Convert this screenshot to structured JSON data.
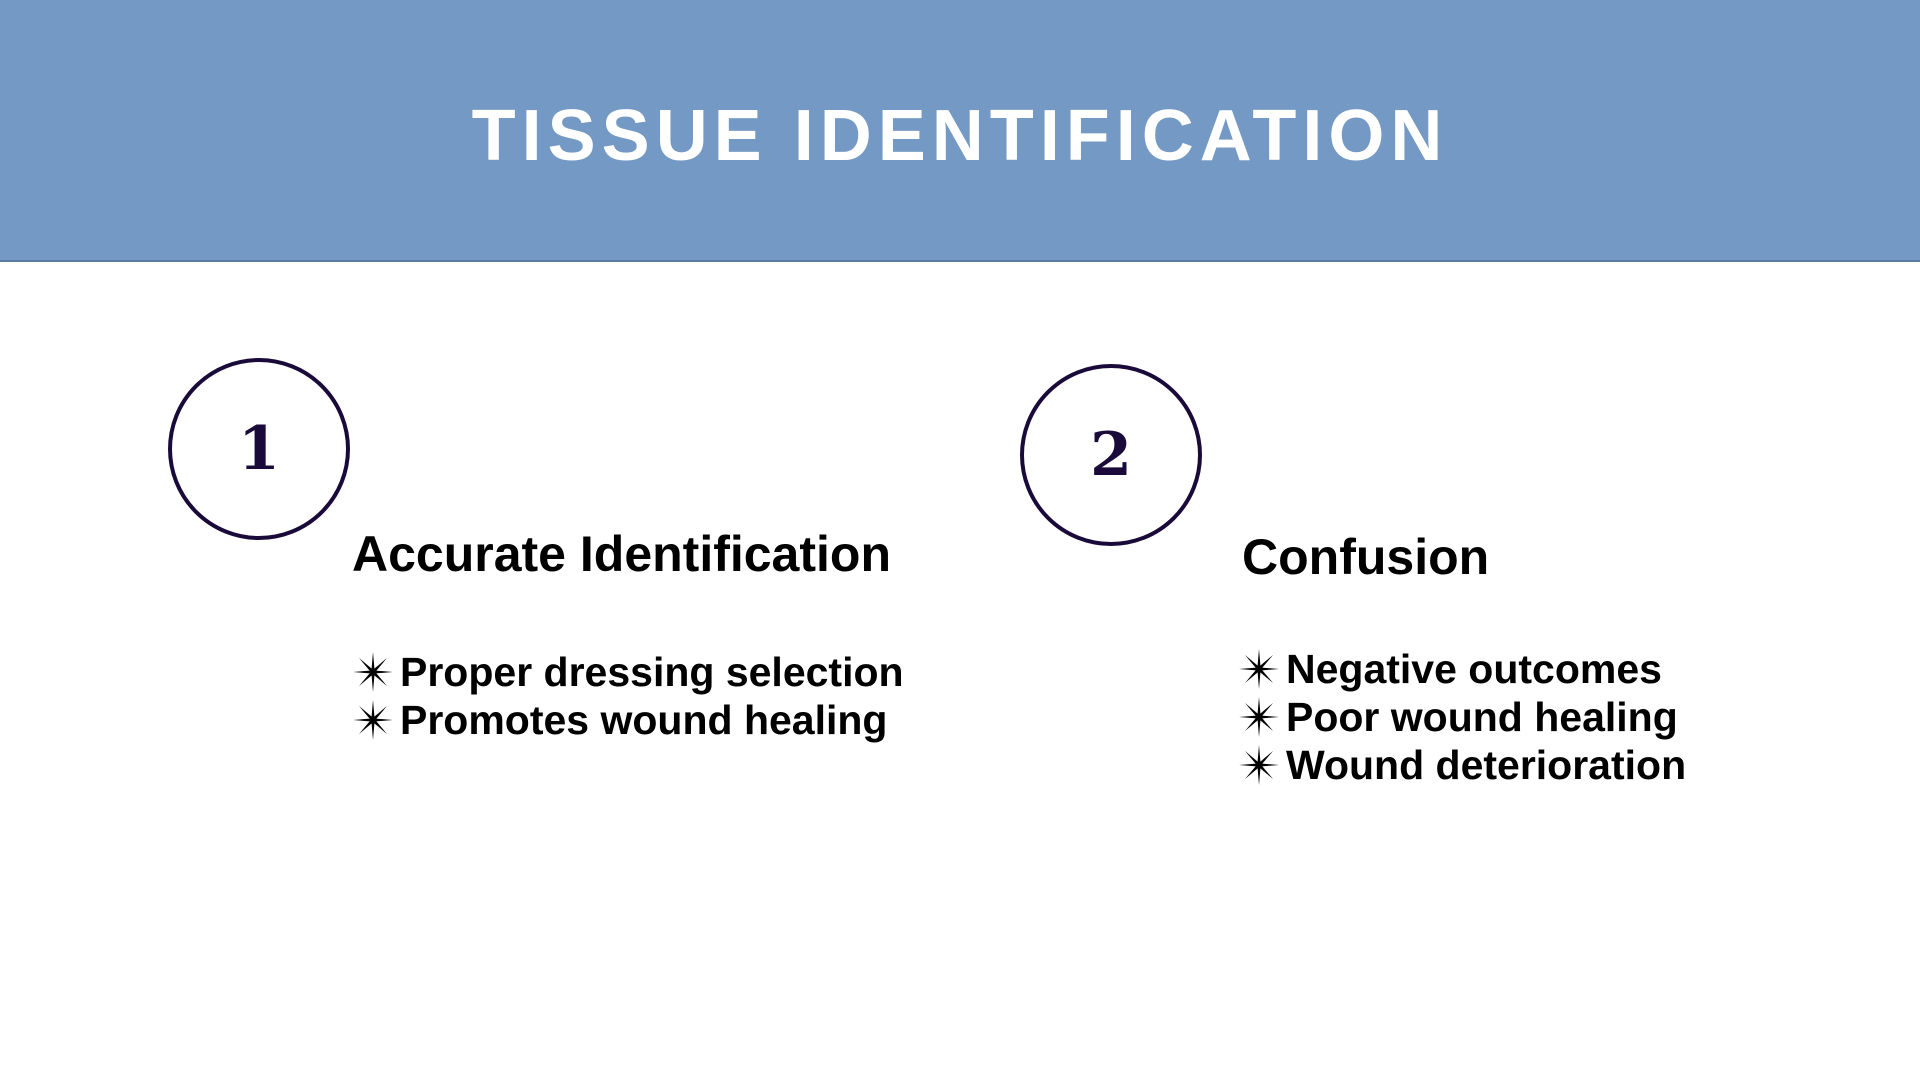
{
  "header": {
    "title": "TISSUE IDENTIFICATION",
    "background_color": "#7399c4"
  },
  "sections": [
    {
      "number": "1",
      "heading": "Accurate Identification",
      "bullets": [
        "Proper dressing selection",
        "Promotes wound healing"
      ]
    },
    {
      "number": "2",
      "heading": "Confusion",
      "bullets": [
        "Negative outcomes",
        "Poor wound healing",
        "Wound deterioration"
      ]
    }
  ],
  "icons": {
    "bullet": "eight-point-star-icon"
  },
  "colors": {
    "circle_stroke": "#1a0a3a",
    "text": "#000000",
    "title_text": "#ffffff"
  }
}
